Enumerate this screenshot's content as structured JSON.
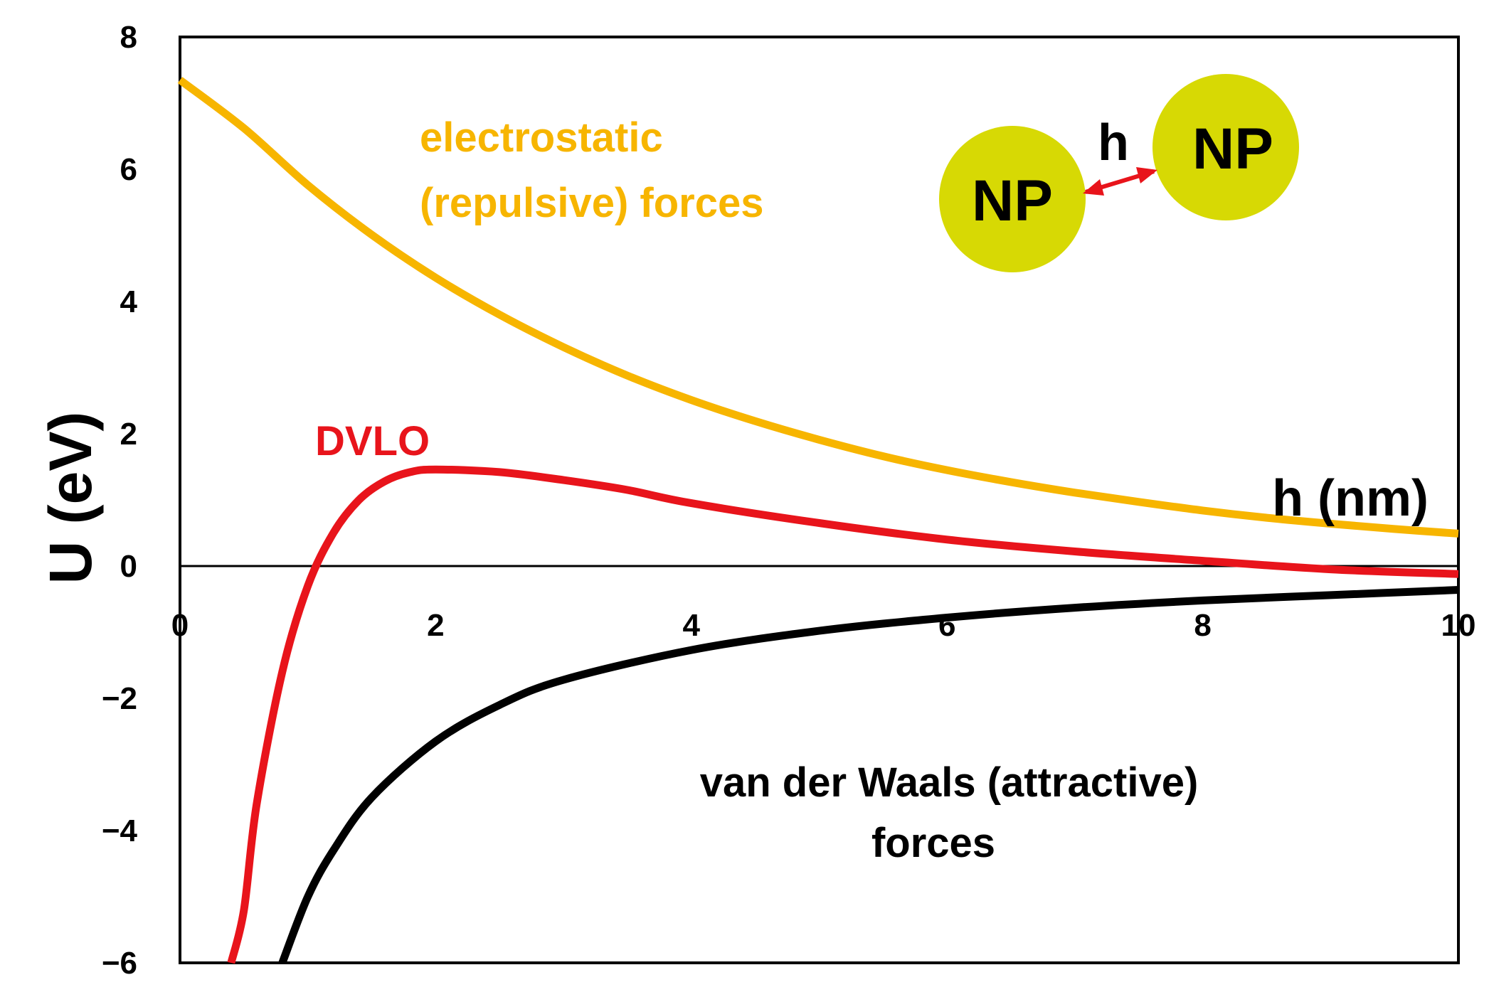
{
  "chart_data": {
    "type": "line",
    "ylabel": "U (eV)",
    "xlabel": "h (nm)",
    "xlim": [
      0,
      10
    ],
    "ylim": [
      -6,
      8
    ],
    "x_ticks": [
      "0",
      "2",
      "4",
      "6",
      "8",
      "10"
    ],
    "y_ticks": [
      "8",
      "6",
      "4",
      "2",
      "0",
      "−2",
      "−4",
      "−6"
    ],
    "grid": false,
    "legend": "none",
    "series": [
      {
        "name": "electrostatic (repulsive) forces",
        "color": "#f7b500",
        "x": [
          0,
          0.5,
          1,
          1.5,
          2,
          2.5,
          3,
          3.5,
          4,
          4.5,
          5,
          5.5,
          6,
          6.5,
          7,
          7.5,
          8,
          8.5,
          9,
          9.5,
          10
        ],
        "y": [
          7.35,
          6.62,
          5.76,
          5.01,
          4.36,
          3.8,
          3.31,
          2.88,
          2.51,
          2.19,
          1.91,
          1.66,
          1.45,
          1.27,
          1.11,
          0.97,
          0.84,
          0.73,
          0.64,
          0.56,
          0.49
        ]
      },
      {
        "name": "DVLO",
        "color": "#e8141b",
        "x": [
          0.4,
          0.5,
          0.6,
          0.8,
          1.0,
          1.2,
          1.4,
          1.6,
          1.8,
          2.0,
          2.5,
          3.0,
          3.5,
          4.0,
          5.0,
          6.0,
          7.0,
          8.0,
          9.0,
          10.0
        ],
        "y": [
          -6.0,
          -5.2,
          -3.6,
          -1.6,
          -0.3,
          0.5,
          1.0,
          1.28,
          1.42,
          1.46,
          1.42,
          1.3,
          1.15,
          0.95,
          0.65,
          0.4,
          0.22,
          0.08,
          -0.05,
          -0.12
        ]
      },
      {
        "name": "van der Waals (attractive) forces",
        "color": "#000000",
        "x": [
          0.8,
          1.0,
          1.2,
          1.5,
          2.0,
          2.5,
          3.0,
          4.0,
          5.0,
          6.0,
          7.0,
          8.0,
          9.0,
          10.0
        ],
        "y": [
          -6.0,
          -5.0,
          -4.3,
          -3.5,
          -2.65,
          -2.1,
          -1.72,
          -1.27,
          -0.98,
          -0.78,
          -0.63,
          -0.52,
          -0.44,
          -0.36
        ]
      }
    ],
    "annotations": {
      "electrostatic_line1": "electrostatic",
      "electrostatic_line2": "(repulsive) forces",
      "dvlo": "DVLO",
      "vdw_line1": "van der Waals (attractive)",
      "vdw_line2": "forces",
      "np_left": "NP",
      "np_right": "NP",
      "h_marker": "h"
    },
    "colors": {
      "nanoparticle_fill": "#d7d904",
      "separation_arrow": "#e8141b"
    }
  }
}
